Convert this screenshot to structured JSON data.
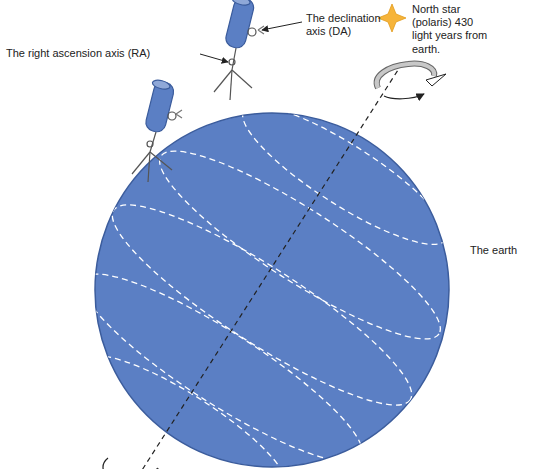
{
  "diagram": {
    "labels": [
      "The right ascension axis (RA)",
      "The declination axis (DA)",
      "North star (polaris) 430 light years from earth.",
      "The earth"
    ]
  }
}
